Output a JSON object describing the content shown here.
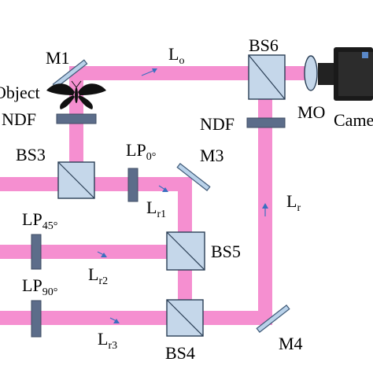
{
  "labels": {
    "m1": "M1",
    "m3": "M3",
    "m4": "M4",
    "object": "Object",
    "ndf_left": "NDF",
    "ndf_right": "NDF",
    "bs3": "BS3",
    "bs4": "BS4",
    "bs5": "BS5",
    "bs6": "BS6",
    "mo": "MO",
    "camera": "Camera",
    "lp0": {
      "main": "LP",
      "sub": "0°"
    },
    "lp45": {
      "main": "LP",
      "sub": "45°"
    },
    "lp90": {
      "main": "LP",
      "sub": "90°"
    },
    "lo": {
      "main": "L",
      "sub": "o"
    },
    "lr": {
      "main": "L",
      "sub": "r"
    },
    "lr1": {
      "main": "L",
      "sub": "r1"
    },
    "lr2": {
      "main": "L",
      "sub": "r2"
    },
    "lr3": {
      "main": "L",
      "sub": "r3"
    }
  },
  "colors": {
    "beam": "#f58fd0",
    "beam_splitter": "#c5d7ea",
    "filter": "#5c6d8a",
    "arrow": "#3a6fc0"
  },
  "icons": {
    "object": "butterfly-icon",
    "camera": "camera-icon",
    "microscope_objective": "lens-icon"
  }
}
